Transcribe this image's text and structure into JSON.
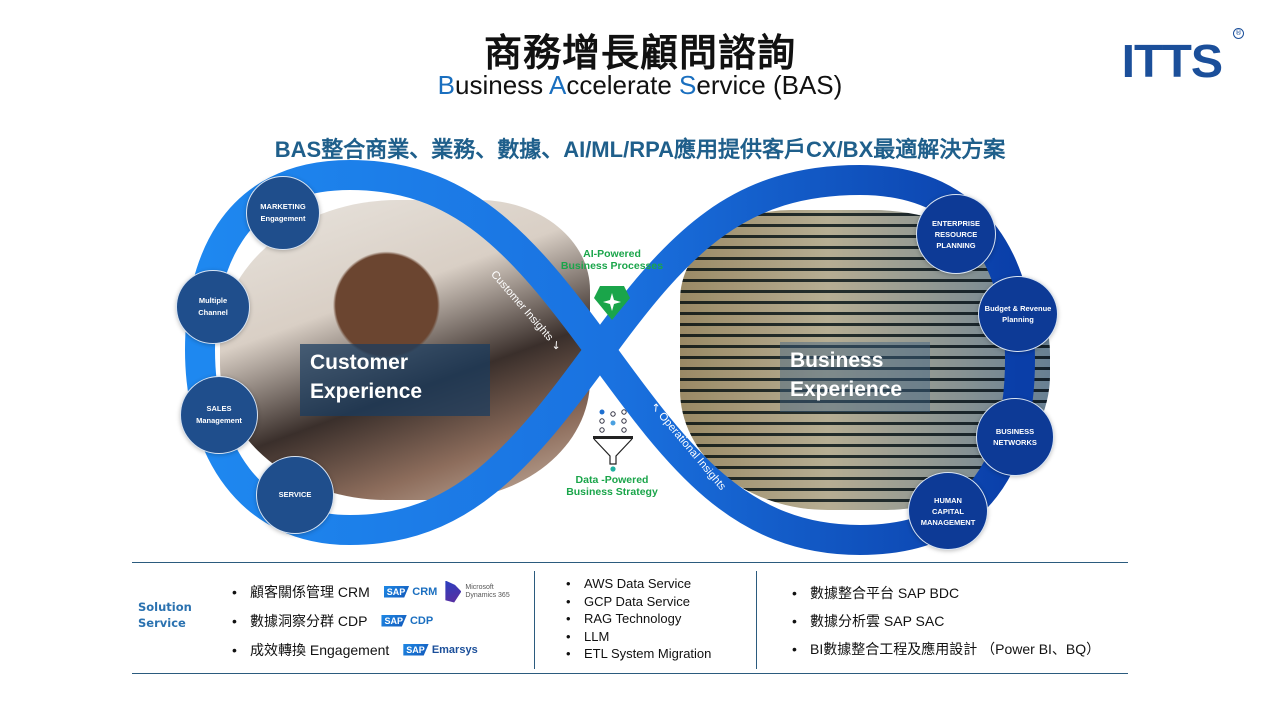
{
  "header": {
    "title_zh": "商務增長顧問諮詢",
    "title_en_parts": [
      {
        "text": "B",
        "highlight": true
      },
      {
        "text": "usiness ",
        "highlight": false
      },
      {
        "text": "A",
        "highlight": true
      },
      {
        "text": "ccelerate ",
        "highlight": false
      },
      {
        "text": "S",
        "highlight": true
      },
      {
        "text": "ervice (BAS)",
        "highlight": false
      }
    ],
    "subtitle": "BAS整合商業、業務、數據、AI/ML/RPA應用提供客戶CX/BX最適解決方案"
  },
  "logo": {
    "text": "ITTS",
    "registered": "®",
    "color": "#1b4f9a"
  },
  "colors": {
    "accent_blue": "#1a6fbf",
    "subtitle": "#1f5f8b",
    "left_band": "#1e88f0",
    "right_band": "#0a3ea8",
    "green": "#1aa54a",
    "bubble_left": "#1f4e8c",
    "bubble_right": "#0d3a96"
  },
  "diagram": {
    "customer_experience": "Customer Experience",
    "customer_experience_lines": [
      "Customer",
      "Experience"
    ],
    "business_experience_lines": [
      "Business",
      "Experience"
    ],
    "left_bubbles": [
      {
        "lines": [
          "MARKETING",
          "Engagement"
        ]
      },
      {
        "lines": [
          "Multiple",
          "Channel"
        ]
      },
      {
        "lines": [
          "SALES",
          "Management"
        ]
      },
      {
        "lines": [
          "SERVICE"
        ]
      }
    ],
    "right_bubbles": [
      {
        "lines": [
          "ENTERPRISE",
          "RESOURCE",
          "PLANNING"
        ]
      },
      {
        "lines": [
          "Budget & Revenue",
          "Planning"
        ]
      },
      {
        "lines": [
          "BUSINESS",
          "NETWORKS"
        ]
      },
      {
        "lines": [
          "HUMAN",
          "CAPITAL",
          "MANAGEMENT"
        ]
      }
    ],
    "customer_insights": "Customer Insights ↘",
    "operational_insights": "↖ Operational Insights",
    "ai_label": [
      "AI-Powered",
      "Business Processes"
    ],
    "data_label": [
      "Data -Powered",
      "Business Strategy"
    ],
    "icons": [
      "gem-icon",
      "funnel-icon"
    ]
  },
  "solution": {
    "title": [
      "Solution",
      "Service"
    ],
    "col1": [
      {
        "text": "顧客關係管理 CRM",
        "logos": [
          "SAP CRM",
          "Microsoft Dynamics 365"
        ]
      },
      {
        "text": "數據洞察分群 CDP",
        "logos": [
          "SAP CDP"
        ]
      },
      {
        "text": "成效轉換 Engagement",
        "logos": [
          "SAP Emarsys"
        ]
      }
    ],
    "col2": [
      "AWS Data Service",
      "GCP Data Service",
      "RAG Technology",
      "LLM",
      "ETL System Migration"
    ],
    "col3": [
      "數據整合平台 SAP BDC",
      "數據分析雲 SAP SAC",
      "BI數據整合工程及應用設計 （Power BI、BQ）"
    ],
    "logo_text": {
      "sap": "SAP",
      "crm": "CRM",
      "cdp": "CDP",
      "emarsys": "Emarsys",
      "ms_line1": "Microsoft",
      "ms_line2": "Dynamics 365"
    }
  }
}
